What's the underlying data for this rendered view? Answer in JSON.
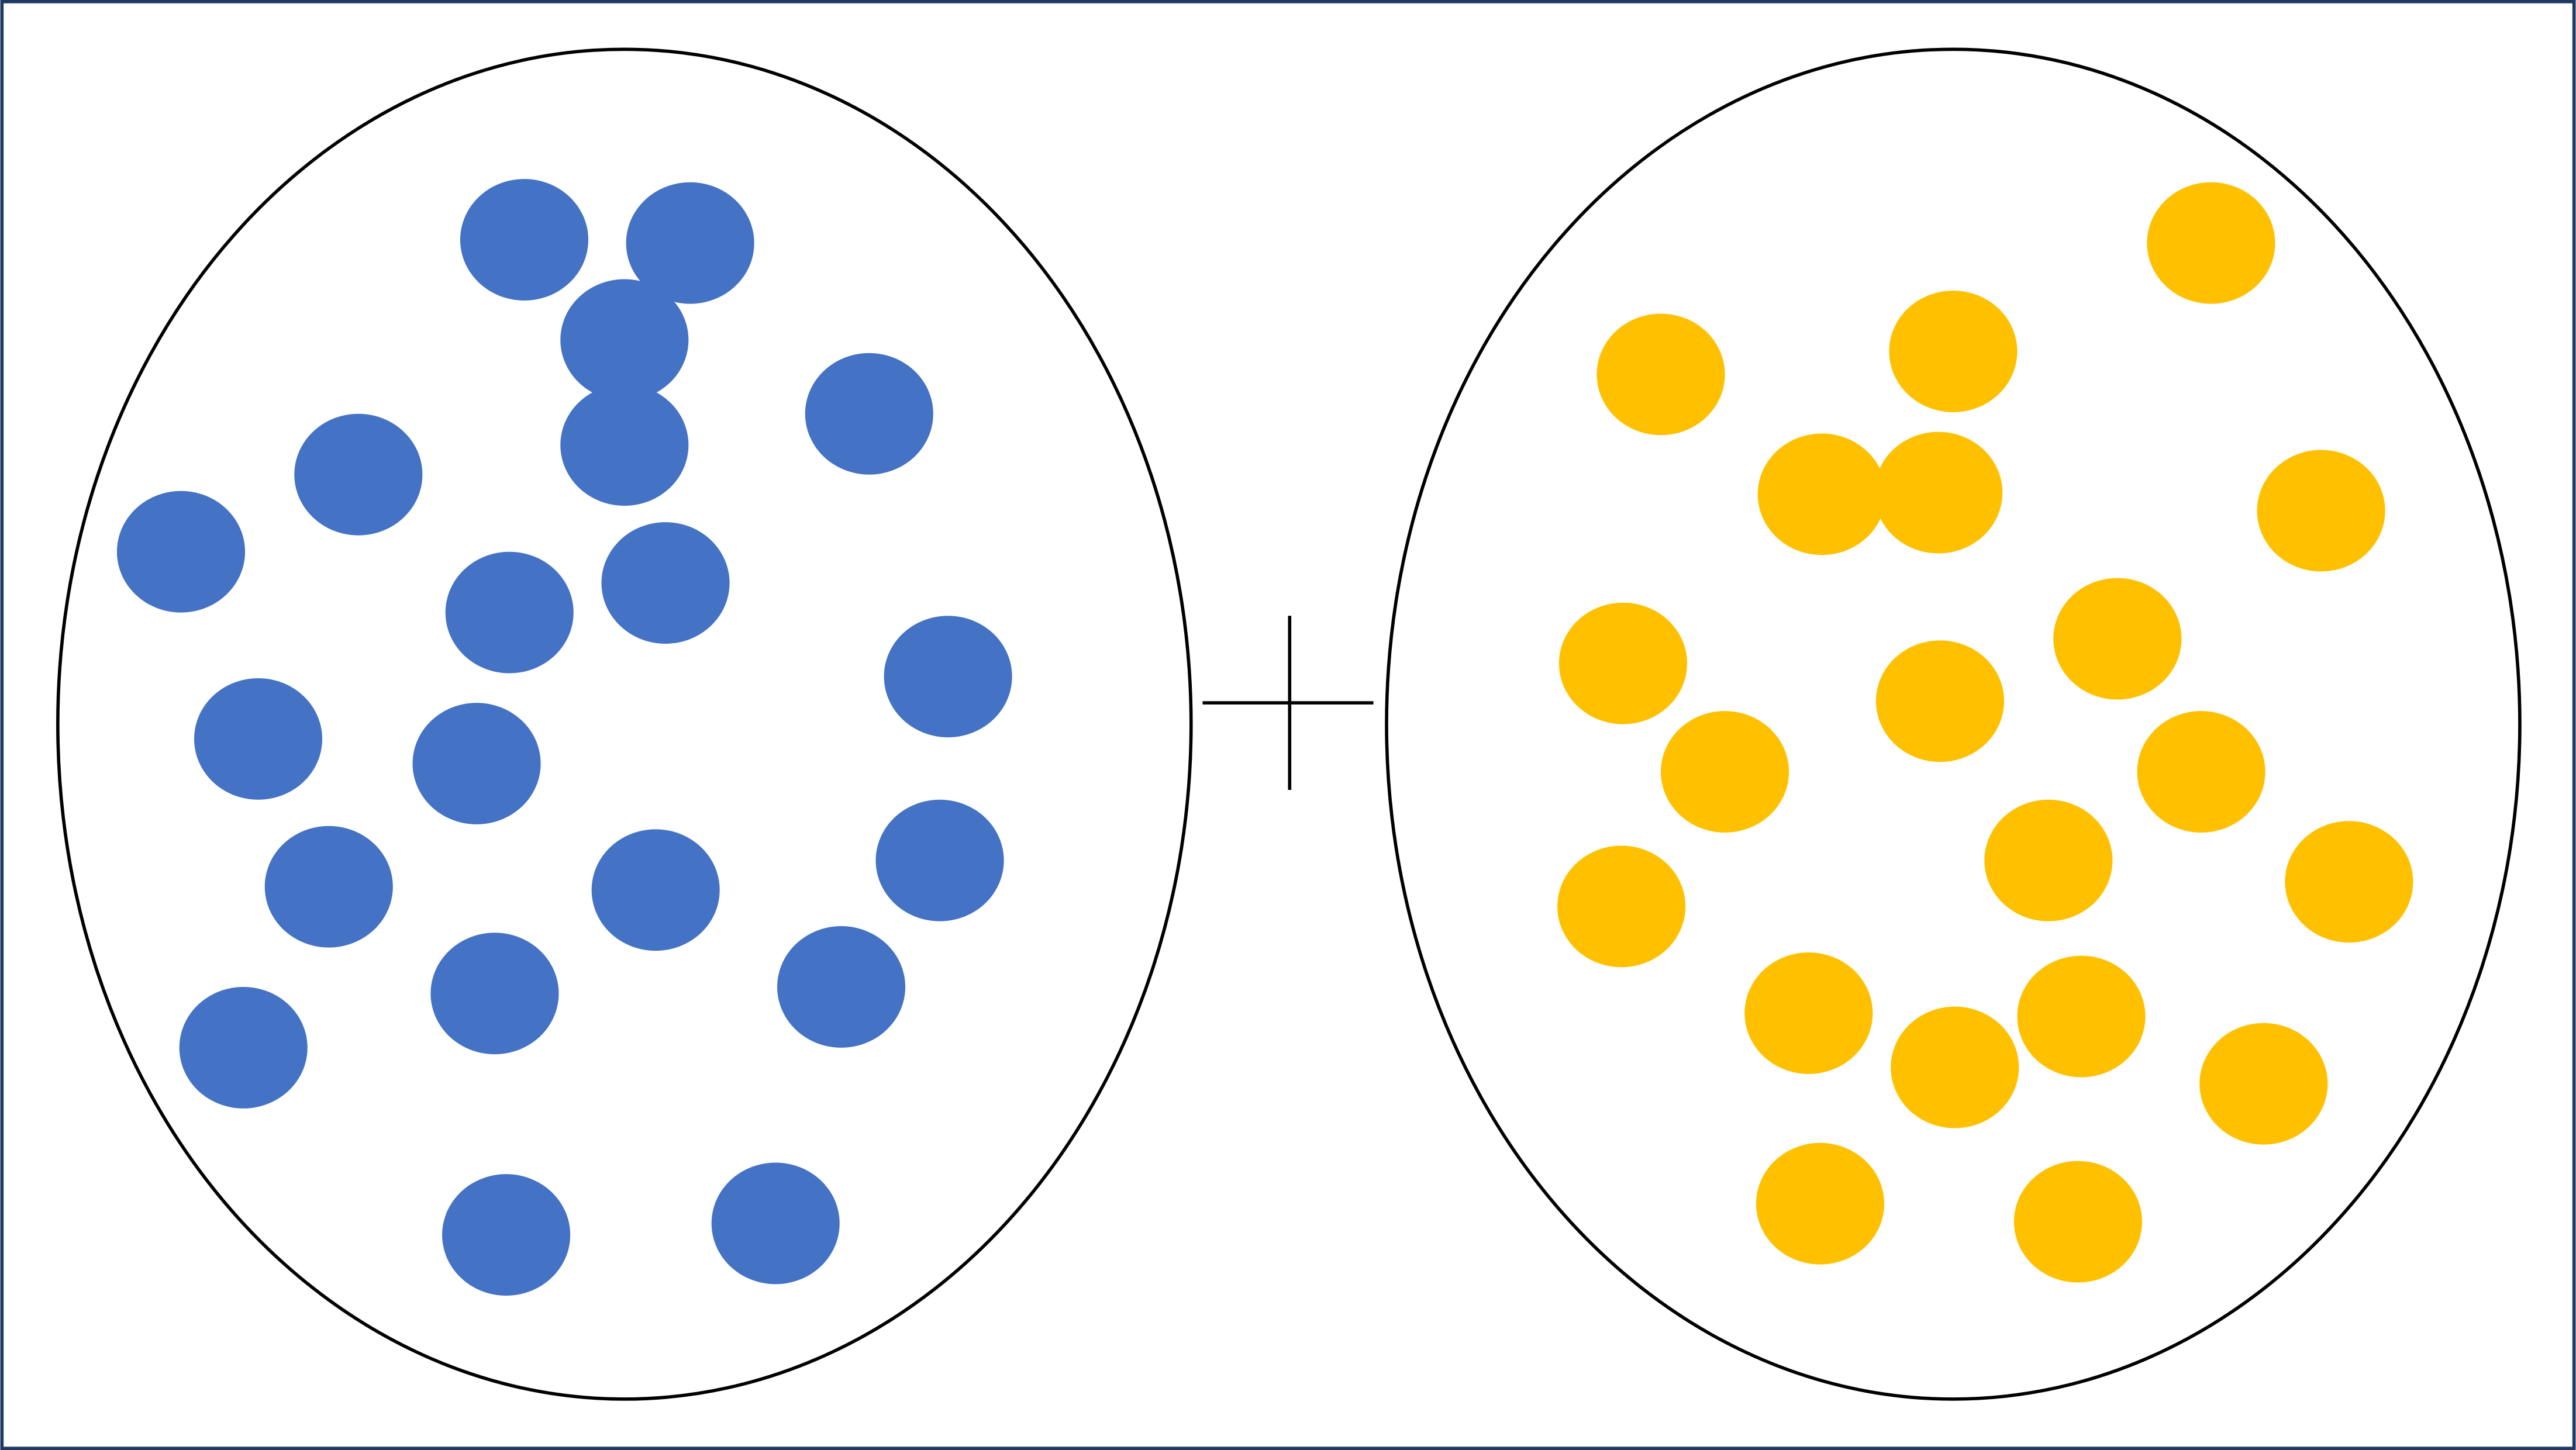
{
  "groups": [
    {
      "id": "left",
      "dot_color": "#4472C4",
      "dot_count": 20,
      "dot_shape": "filled-ellipse"
    },
    {
      "id": "right",
      "dot_color": "#FFC000",
      "dot_count": 20,
      "dot_shape": "filled-ellipse"
    }
  ],
  "operator": {
    "symbol": "+",
    "icon": "plus-icon"
  },
  "colors": {
    "frame": "#1F3864",
    "container_stroke": "#000000",
    "background": "#FFFFFF"
  }
}
